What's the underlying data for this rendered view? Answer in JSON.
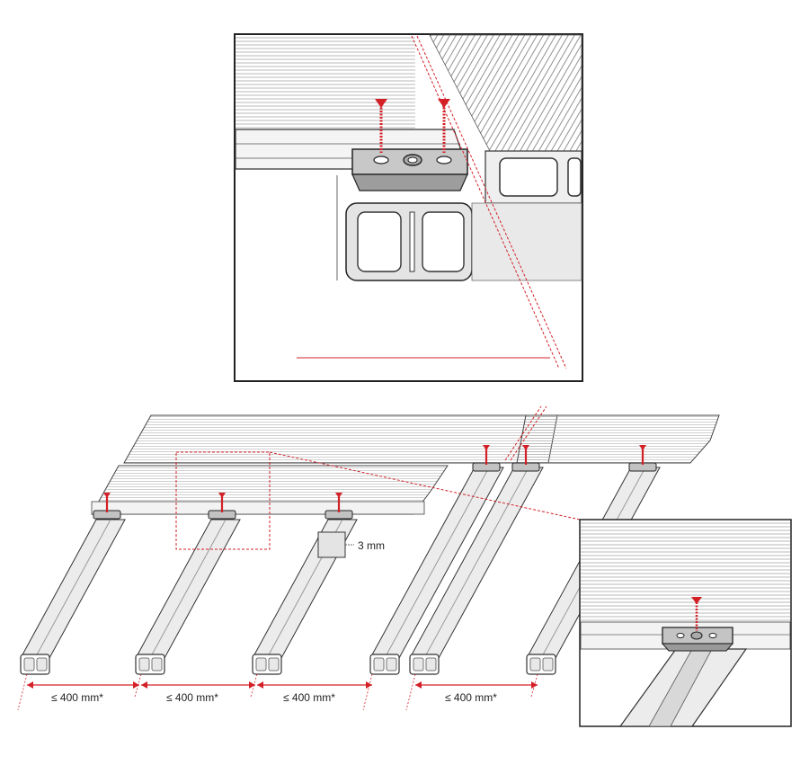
{
  "spacing_labels": [
    "≤ 400 mm*",
    "≤ 400 mm*",
    "≤ 400 mm*",
    "≤ 400 mm*"
  ],
  "gap_label": "3 mm",
  "colors": {
    "accent_red": "#d32027",
    "outline": "#222222",
    "board_fill": "#f0f0f0",
    "clip_fill": "#bdbdbd",
    "joist_fill": "#ececec"
  }
}
